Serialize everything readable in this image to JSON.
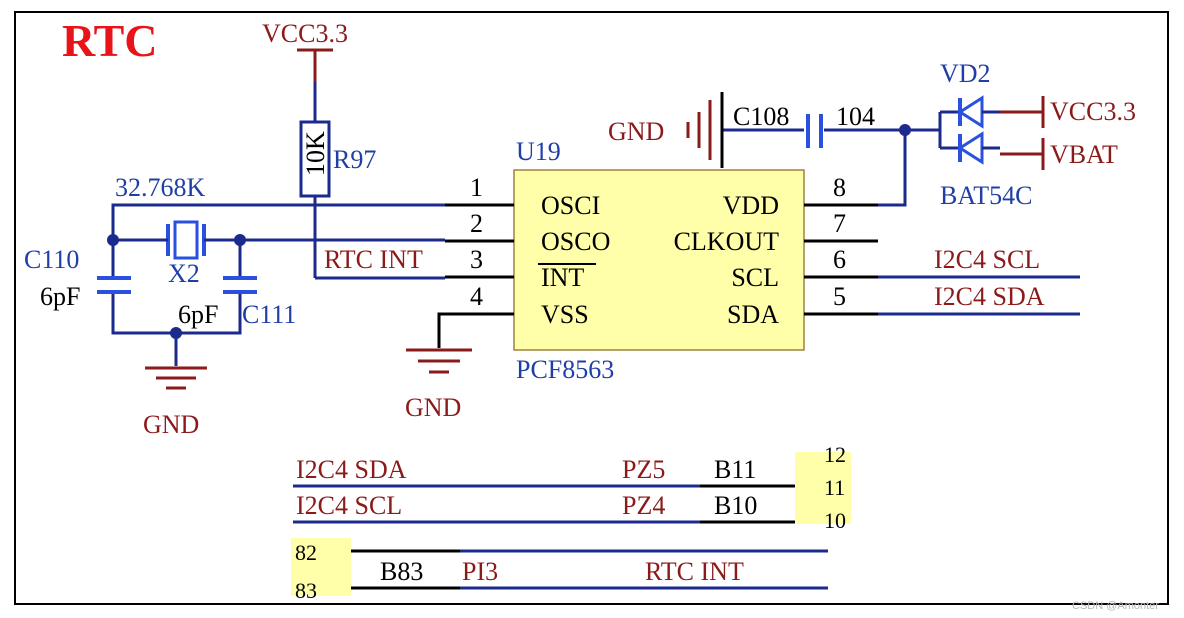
{
  "title": "RTC",
  "power": {
    "vcc_top": "VCC3.3",
    "vcc_right": "VCC3.3",
    "vbat": "VBAT",
    "gnd_left": "GND",
    "gnd_mid": "GND",
    "gnd_cap": "GND"
  },
  "resistor": {
    "ref": "R97",
    "value": "10K"
  },
  "crystal": {
    "ref": "X2",
    "freq": "32.768K"
  },
  "cap_c110": {
    "ref": "C110",
    "value": "6pF"
  },
  "cap_c111": {
    "ref": "C111",
    "value": "6pF"
  },
  "cap_c108": {
    "ref": "C108",
    "value": "104"
  },
  "diode": {
    "ref": "VD2",
    "part": "BAT54C"
  },
  "ic": {
    "ref": "U19",
    "part": "PCF8563",
    "pins": [
      {
        "num": "1",
        "name": "OSCI"
      },
      {
        "num": "2",
        "name": "OSCO"
      },
      {
        "num": "3",
        "name": "INT"
      },
      {
        "num": "4",
        "name": "VSS"
      },
      {
        "num": "8",
        "name": "VDD"
      },
      {
        "num": "7",
        "name": "CLKOUT"
      },
      {
        "num": "6",
        "name": "SCL"
      },
      {
        "num": "5",
        "name": "SDA"
      }
    ]
  },
  "nets": {
    "rtc_int": "RTC INT",
    "i2c4_scl": "I2C4 SCL",
    "i2c4_sda": "I2C4 SDA"
  },
  "mcu_sda": {
    "net": "I2C4 SDA",
    "port": "PZ5",
    "pin": "B11"
  },
  "mcu_scl": {
    "net": "I2C4 SCL",
    "port": "PZ4",
    "pin": "B10"
  },
  "mcu_int": {
    "net": "RTC INT",
    "port": "PI3",
    "pin": "B83"
  },
  "conn1_nums": [
    "12",
    "11",
    "10"
  ],
  "conn2_nums": [
    "82",
    "83"
  ],
  "watermark": "CSDN @Amonter"
}
